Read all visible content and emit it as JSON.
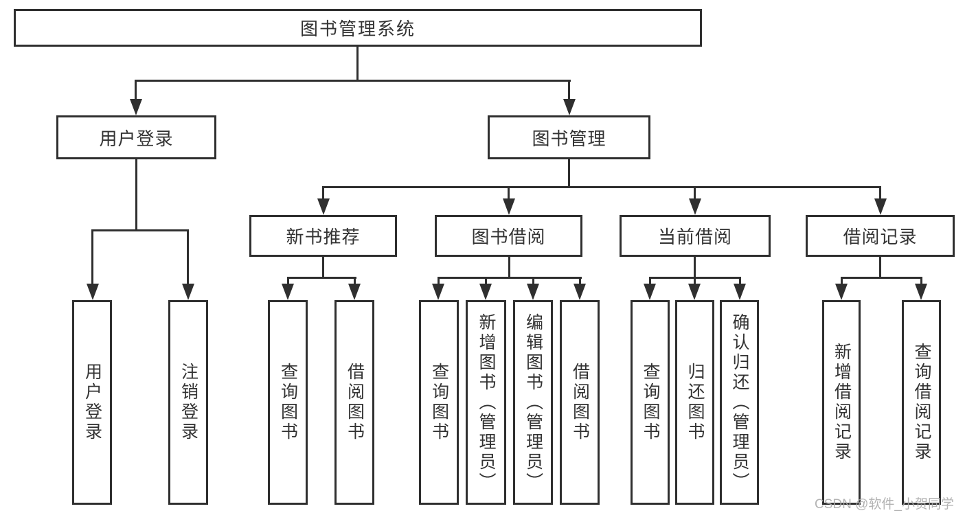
{
  "nodes": {
    "root": "图书管理系统",
    "user_login": "用户登录",
    "book_mgmt": "图书管理",
    "new_books": "新书推荐",
    "book_borrow": "图书借阅",
    "current_borrow": "当前借阅",
    "borrow_records": "借阅记录",
    "user_leaves": [
      "用户登录",
      "注销登录"
    ],
    "new_books_leaves": [
      "查询图书",
      "借阅图书"
    ],
    "book_borrow_leaves": [
      "查询图书",
      "新增图书（管理员）",
      "编辑图书（管理员）",
      "借阅图书"
    ],
    "current_borrow_leaves": [
      "查询图书",
      "归还图书",
      "确认归还（管理员）"
    ],
    "borrow_records_leaves": [
      "新增借阅记录",
      "查询借阅记录"
    ]
  },
  "watermark": "CSDN @软件_小贺同学",
  "colors": {
    "line": "#2f2f2f",
    "text": "#333333",
    "background": "#ffffff",
    "watermark": "#ababab"
  }
}
